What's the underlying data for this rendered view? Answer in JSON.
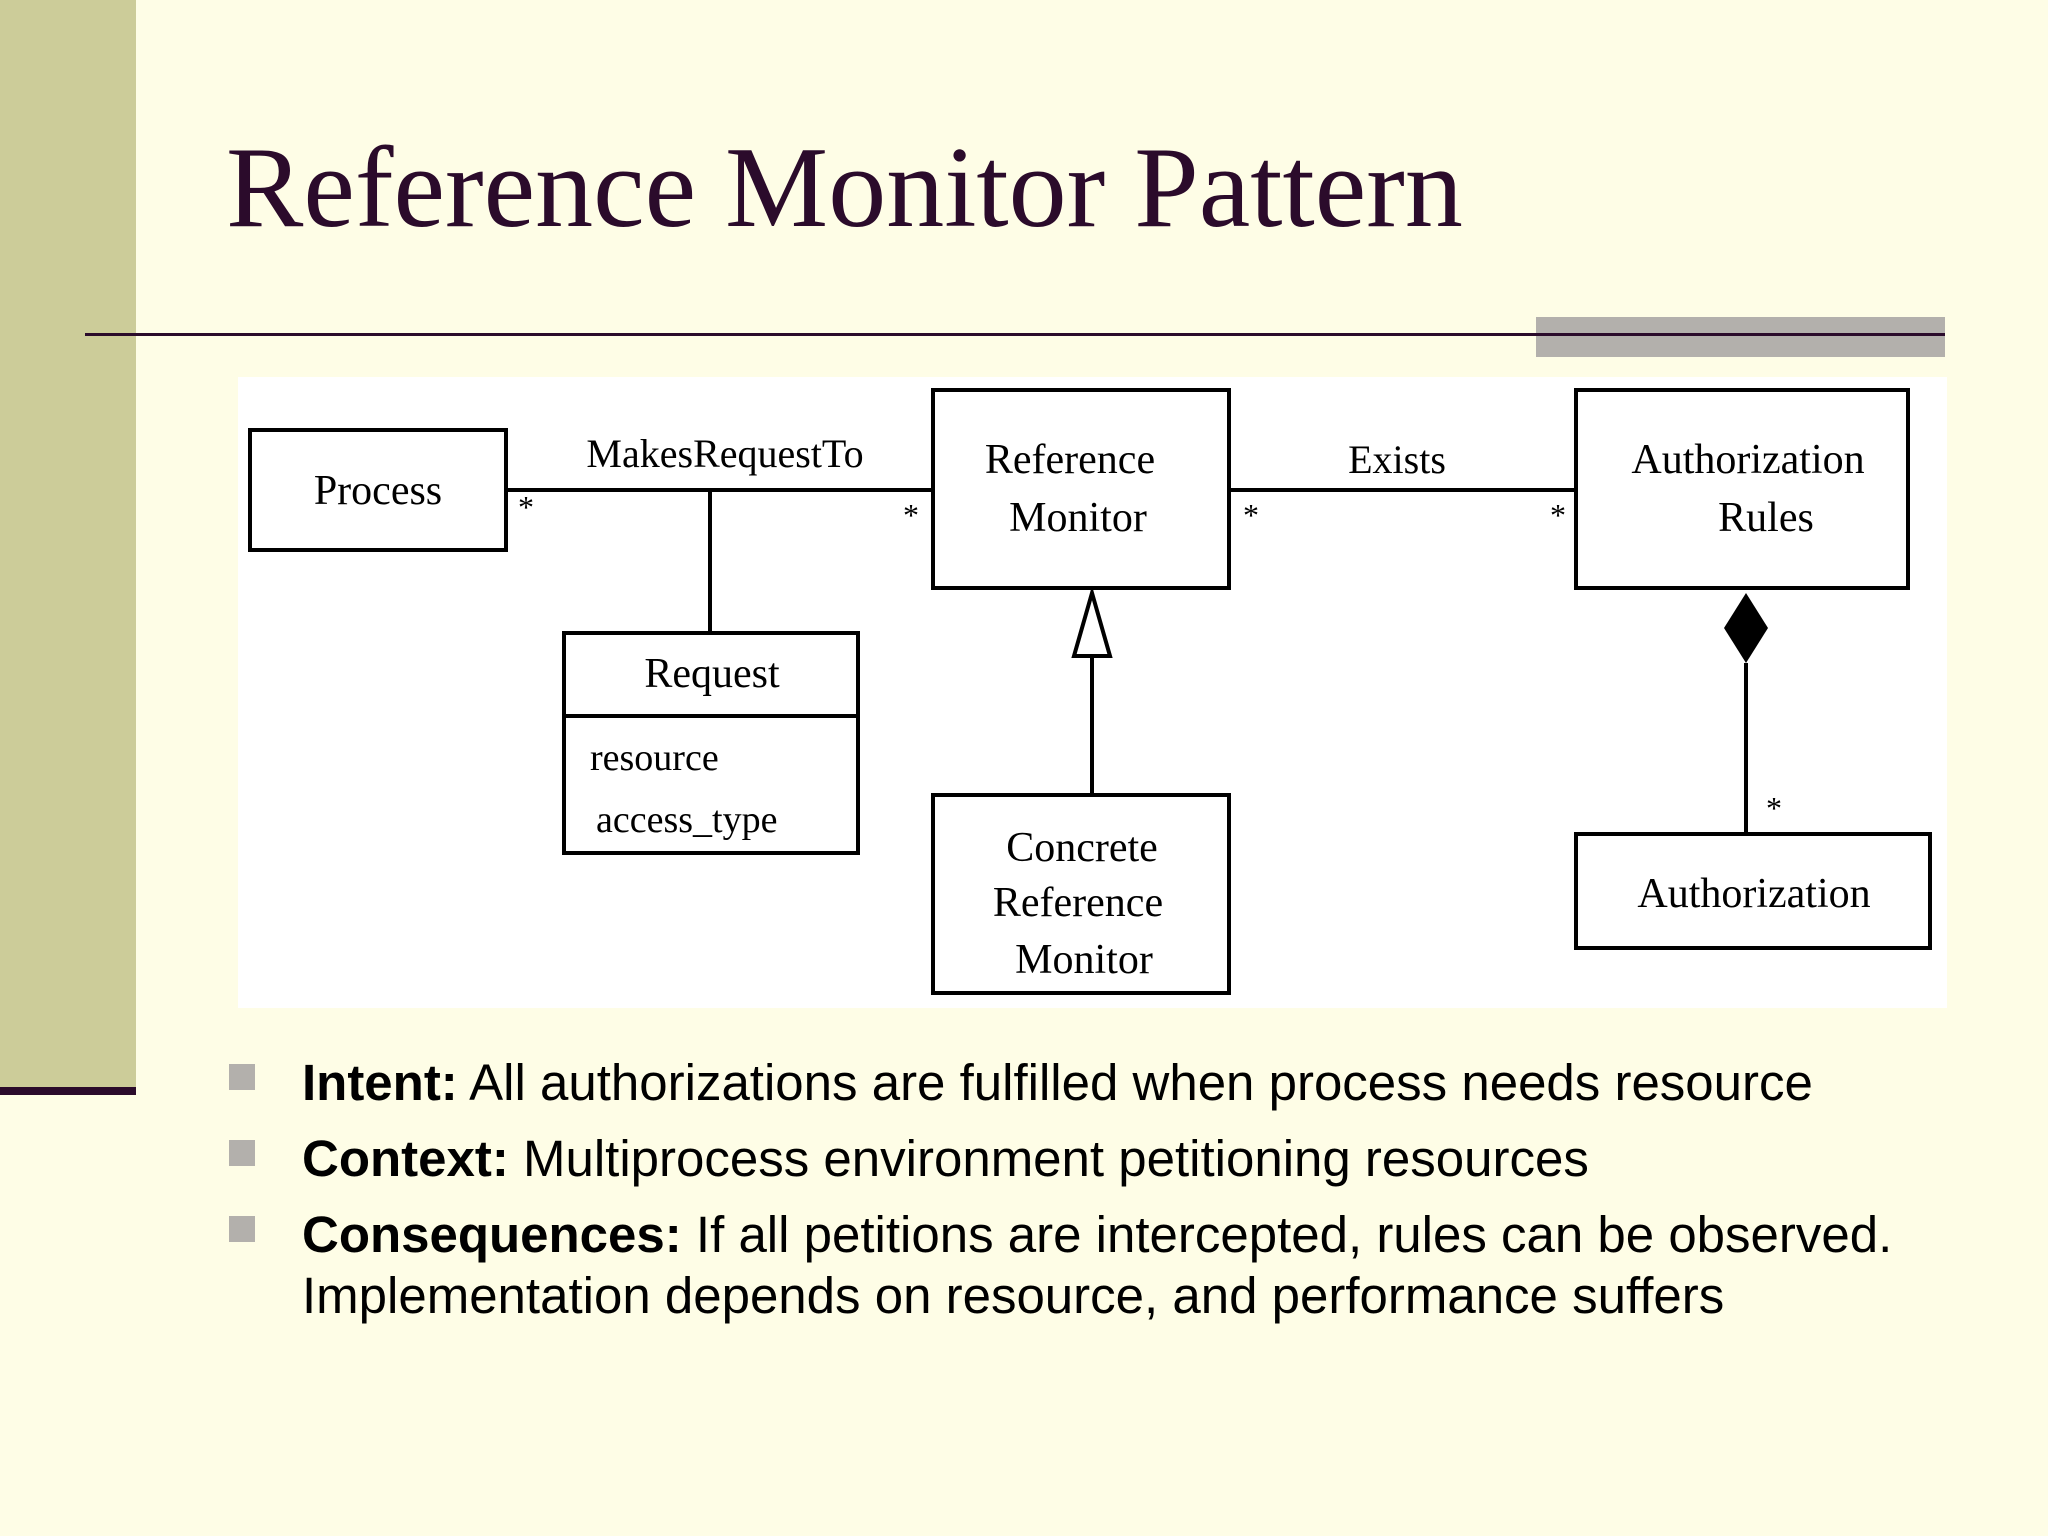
{
  "slide": {
    "title": "Reference Monitor Pattern"
  },
  "diagram": {
    "classes": {
      "process": "Process",
      "reference_monitor": [
        "Reference",
        "Monitor"
      ],
      "authorization_rules": [
        "Authorization",
        "Rules"
      ],
      "request": {
        "name": "Request",
        "attributes": [
          "resource",
          "access_type"
        ]
      },
      "concrete_reference_monitor": [
        "Concrete",
        "Reference",
        "Monitor"
      ],
      "authorization": "Authorization"
    },
    "associations": {
      "makes_request_to": "MakesRequestTo",
      "exists": "Exists"
    },
    "multiplicity": "*"
  },
  "bullets": [
    {
      "label": "Intent:",
      "text": " All authorizations are fulfilled when process needs resource"
    },
    {
      "label": "Context:",
      "text": " Multiprocess environment petitioning resources"
    },
    {
      "label": "Consequences:",
      "text": " If all petitions are intercepted, rules can be observed. Implementation depends on resource, and performance suffers"
    }
  ],
  "colors": {
    "background": "#fefde6",
    "sidebar": "#cccc99",
    "title": "#2b0b2b",
    "accent_bar": "#b3b0ac",
    "bullet": "#b3b0ac"
  }
}
